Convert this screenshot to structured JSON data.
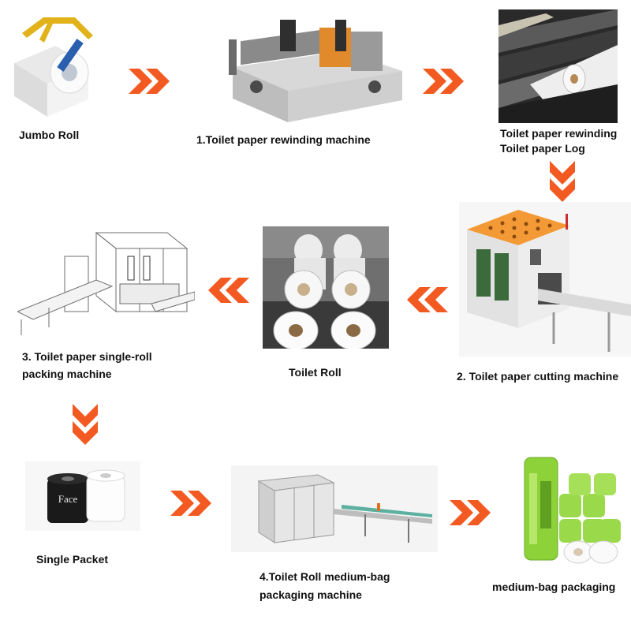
{
  "colors": {
    "arrow": "#f25a22",
    "arrow_light": "#ff8a4c",
    "paper": "#f4f4f4",
    "machine_steel": "#c9c9c9",
    "machine_dark": "#3a3a3a",
    "orange_top": "#f39a36",
    "green_pack": "#8ed23a"
  },
  "steps": [
    {
      "key": "jumbo_roll",
      "label_lines": [
        "Jumbo Roll"
      ],
      "icon": "jumbo-roll-image"
    },
    {
      "key": "rewinding_machine",
      "label_lines": [
        "1.Toilet paper rewinding machine"
      ],
      "icon": "rewinding-machine-image"
    },
    {
      "key": "paper_log",
      "label_lines": [
        "Toilet paper rewinding",
        "Toilet paper Log"
      ],
      "icon": "paper-log-image"
    },
    {
      "key": "cutting_machine",
      "label_lines": [
        "2. Toilet paper cutting machine"
      ],
      "icon": "cutting-machine-image"
    },
    {
      "key": "toilet_roll",
      "label_lines": [
        "Toilet Roll"
      ],
      "icon": "toilet-roll-image"
    },
    {
      "key": "single_roll_packing",
      "label_lines": [
        "3. Toilet paper single-roll",
        "packing machine"
      ],
      "icon": "single-roll-packing-machine-image"
    },
    {
      "key": "single_packet",
      "label_lines": [
        "Single Packet"
      ],
      "icon": "single-packet-image"
    },
    {
      "key": "medium_bag_machine",
      "label_lines": [
        "4.Toilet Roll medium-bag",
        "packaging machine"
      ],
      "icon": "medium-bag-machine-image"
    },
    {
      "key": "medium_bag_packaging",
      "label_lines": [
        "medium-bag packaging"
      ],
      "icon": "medium-bag-packaging-image"
    }
  ],
  "packet_brand": "Face"
}
